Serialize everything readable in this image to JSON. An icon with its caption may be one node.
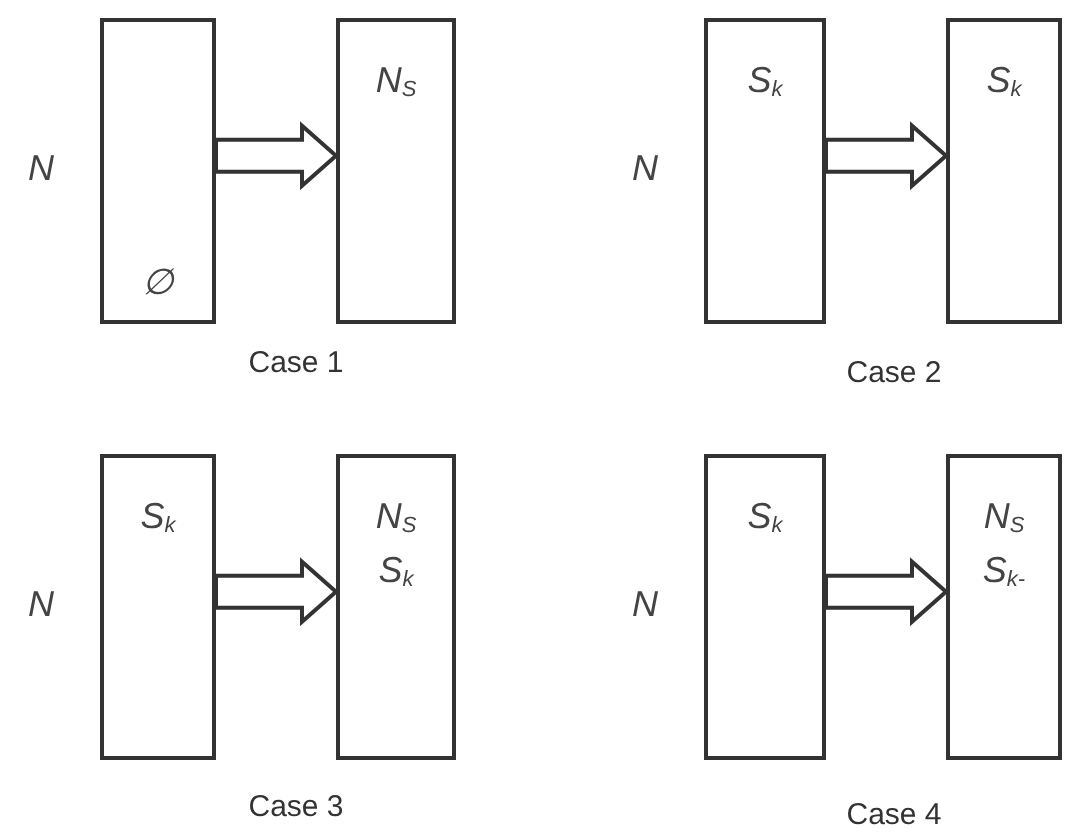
{
  "diagram": {
    "nodes": [
      {
        "text": [
          "∅"
        ],
        "beside": [
          "N"
        ]
      },
      {
        "text": [
          "N$_{S}$"
        ]
      },
      {
        "text": [
          "S$_{k}$"
        ],
        "beside": [
          "N"
        ]
      },
      {
        "text": [
          "S$_{k}$"
        ]
      },
      {
        "text": [
          "S$_{k}$"
        ],
        "beside": [
          "N"
        ]
      },
      {
        "text": [
          "N$_{S}$",
          "S$_{k}$"
        ]
      },
      {
        "text": [
          "S$_{k}$"
        ],
        "beside": [
          "N"
        ]
      },
      {
        "text": [
          "N$_{S}$",
          "S$_{k-}$"
        ]
      }
    ],
    "edges": [
      {
        "from": 0,
        "to": 1,
        "arrow": "to"
      },
      {
        "from": 2,
        "to": 3,
        "arrow": "to"
      },
      {
        "from": 4,
        "to": 5,
        "arrow": "to"
      },
      {
        "from": 6,
        "to": 7,
        "arrow": "to"
      }
    ],
    "labels": [
      "Case 1",
      "Case 2",
      "Case 3",
      "Case 4"
    ]
  }
}
